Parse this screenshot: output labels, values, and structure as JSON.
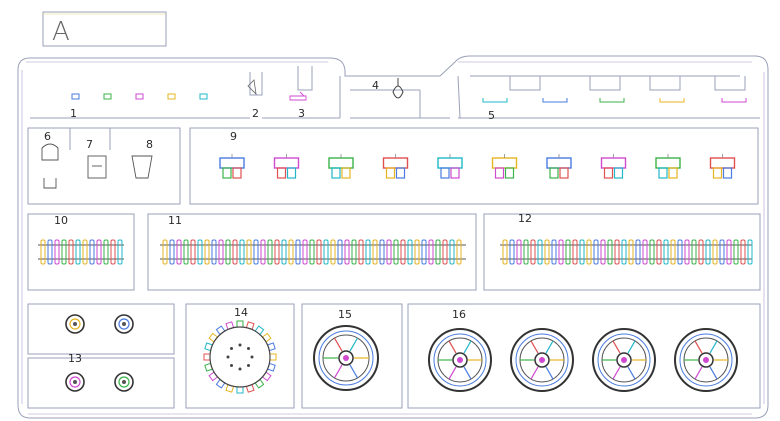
{
  "sprue": {
    "letter": "A",
    "part_labels": [
      "1",
      "2",
      "3",
      "4",
      "5",
      "6",
      "7",
      "8",
      "9",
      "10",
      "11",
      "12",
      "13",
      "14",
      "15",
      "16"
    ]
  },
  "colors": {
    "outline": "#9aa0b8",
    "inner": "#c4b7d9",
    "accents": [
      "#e6b422",
      "#4a7be0",
      "#d04ad0",
      "#3bb34a",
      "#e05050",
      "#20b8c8"
    ]
  },
  "icons": [
    "sprue-frame-icon",
    "track-link-icon",
    "road-wheel-icon",
    "sprocket-icon",
    "bracket-icon"
  ]
}
